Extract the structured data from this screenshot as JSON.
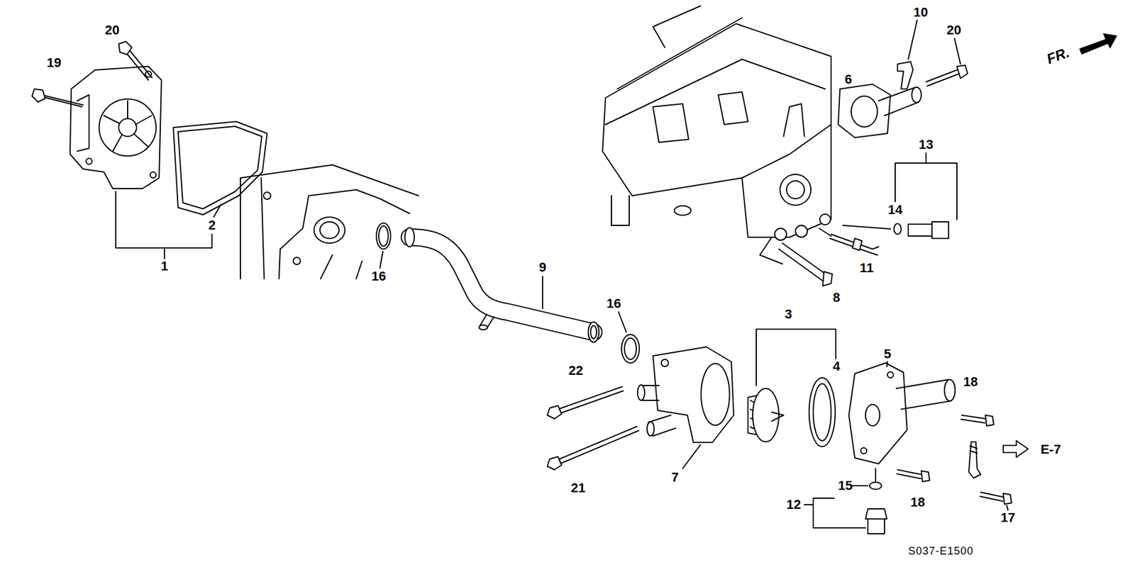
{
  "diagram": {
    "labels": [
      "20",
      "19",
      "10",
      "20",
      "FR.",
      "6",
      "13",
      "14",
      "2",
      "1",
      "16",
      "9",
      "11",
      "8",
      "16",
      "3",
      "5",
      "4",
      "22",
      "18",
      "E-7",
      "21",
      "7",
      "15",
      "12",
      "18",
      "17",
      "S037-E1500"
    ]
  }
}
